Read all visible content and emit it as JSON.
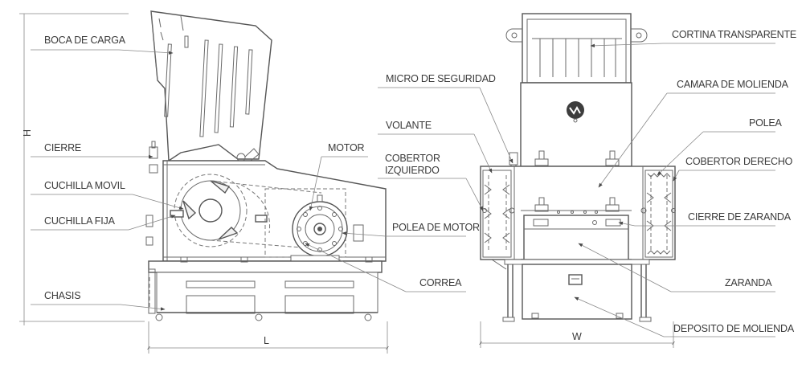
{
  "labels": {
    "boca_de_carga": "BOCA DE CARGA",
    "cierre": "CIERRE",
    "cuchilla_movil": "CUCHILLA MOVIL",
    "cuchilla_fija": "CUCHILLA FIJA",
    "chasis": "CHASIS",
    "motor": "MOTOR",
    "polea_de_motor": "POLEA DE MOTOR",
    "correa": "CORREA",
    "cortina_transparente": "CORTINA TRANSPARENTE",
    "micro_de_seguridad": "MICRO DE SEGURIDAD",
    "camara_de_molienda": "CAMARA DE MOLIENDA",
    "volante": "VOLANTE",
    "polea": "POLEA",
    "cobertor_izquierdo_1": "COBERTOR",
    "cobertor_izquierdo_2": "IZQUIERDO",
    "cobertor_derecho": "COBERTOR DERECHO",
    "cierre_de_zaranda": "CIERRE DE ZARANDA",
    "zaranda": "ZARANDA",
    "deposito_de_molienda": "DEPOSITO DE MOLIENDA"
  },
  "dimensions": {
    "height": "H",
    "length": "L",
    "width": "W"
  }
}
